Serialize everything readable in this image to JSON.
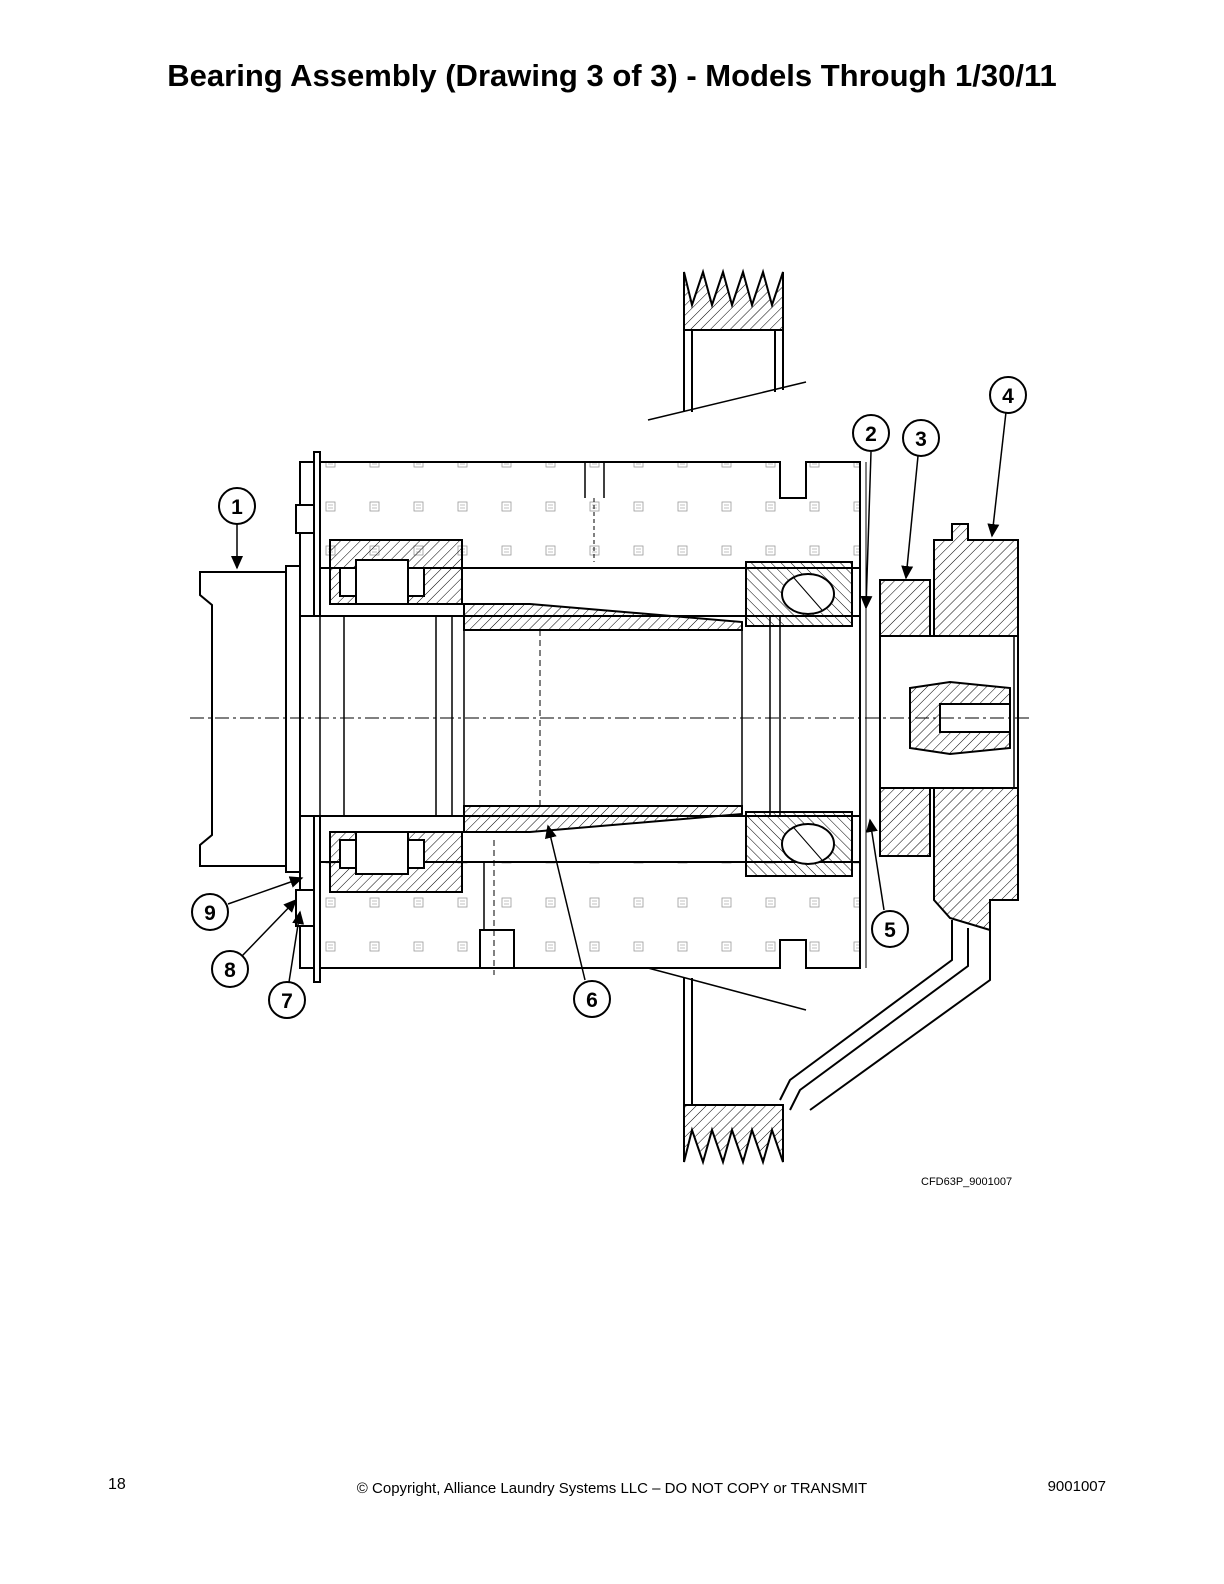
{
  "header": {
    "title": "Bearing Assembly (Drawing 3 of 3) - Models Through 1/30/11"
  },
  "diagram": {
    "callouts": [
      "1",
      "2",
      "3",
      "4",
      "5",
      "6",
      "7",
      "8",
      "9"
    ],
    "figure_id": "CFD63P_9001007"
  },
  "footer": {
    "page_number": "18",
    "copyright": "© Copyright, Alliance Laundry Systems LLC – DO NOT COPY or TRANSMIT",
    "document_number": "9001007"
  }
}
